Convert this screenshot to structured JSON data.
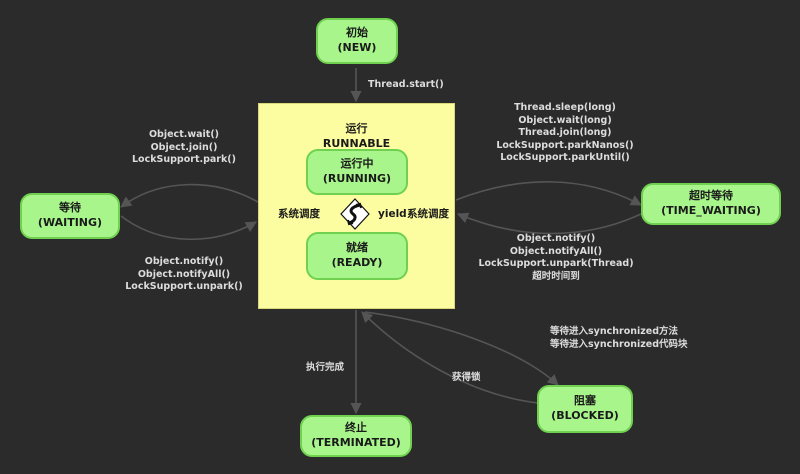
{
  "nodes": {
    "new": {
      "title": "初始",
      "sub": "(NEW)"
    },
    "runnable": {
      "title": "运行",
      "sub": "RUNNABLE"
    },
    "running": {
      "title": "运行中",
      "sub": "(RUNNING)"
    },
    "ready": {
      "title": "就绪",
      "sub": "(READY)"
    },
    "waiting": {
      "title": "等待",
      "sub": "(WAITING)"
    },
    "timed_waiting": {
      "title": "超时等待",
      "sub": "(TIME_WAITING)"
    },
    "blocked": {
      "title": "阻塞",
      "sub": "(BLOCKED)"
    },
    "terminated": {
      "title": "终止",
      "sub": "(TERMINATED)"
    }
  },
  "edges": {
    "start": "Thread.start()",
    "to_waiting": [
      "Object.wait()",
      "Object.join()",
      "LockSupport.park()"
    ],
    "from_waiting": [
      "Object.notify()",
      "Object.notifyAll()",
      "LockSupport.unpark()"
    ],
    "to_timed": [
      "Thread.sleep(long)",
      "Object.wait(long)",
      "Thread.join(long)",
      "LockSupport.parkNanos()",
      "LockSupport.parkUntil()"
    ],
    "from_timed": [
      "Object.notify()",
      "Object.notifyAll()",
      "LockSupport.unpark(Thread)",
      "超时时间到"
    ],
    "sched_left": "系统调度",
    "yield": "yield",
    "sched_right": "系统调度",
    "to_blocked": [
      "等待进入synchronized方法",
      "等待进入synchronized代码块"
    ],
    "from_blocked": "获得锁",
    "to_terminated": "执行完成"
  },
  "colors": {
    "node_fill": "#a8f58c",
    "runnable_fill": "#fcfca0",
    "arrow": "#555555",
    "background": "#2b2b2b"
  }
}
